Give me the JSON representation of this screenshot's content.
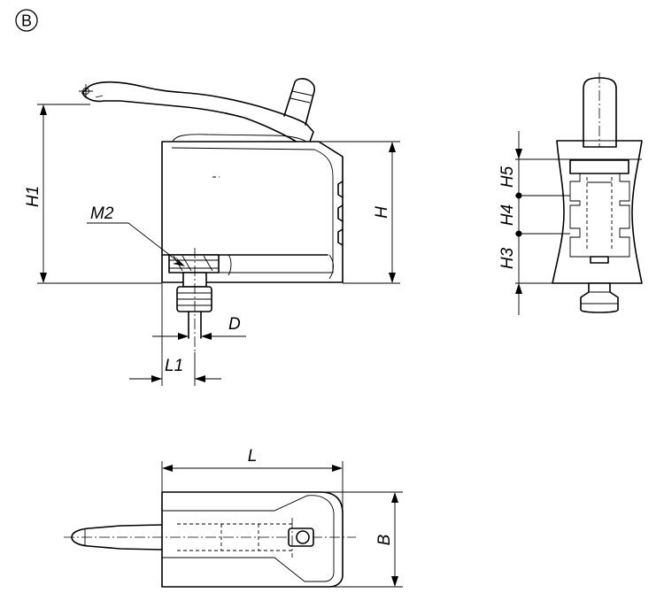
{
  "badge": "B",
  "labels": {
    "H1": "H1",
    "H": "H",
    "M2": "M2",
    "D": "D",
    "L1": "L1",
    "H5": "H5",
    "H4": "H4",
    "H3": "H3",
    "L": "L",
    "B": "B"
  }
}
